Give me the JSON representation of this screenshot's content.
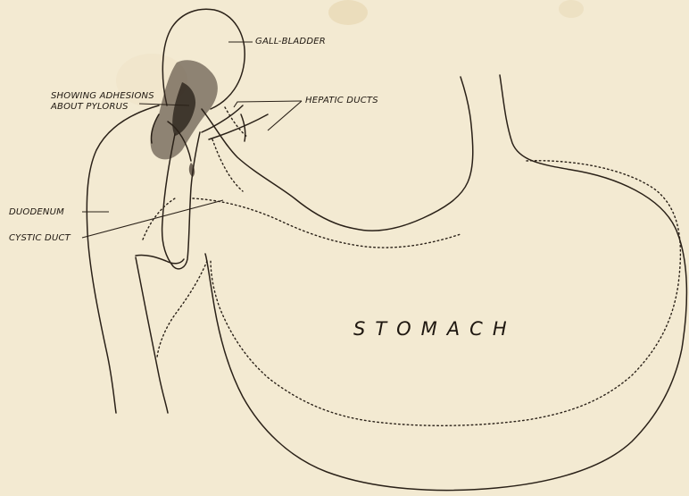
{
  "labels": {
    "gall_bladder": "GALL-BLADDER",
    "adhesions_line1": "SHOWING ADHESIONS",
    "adhesions_line2": "ABOUT PYLORUS",
    "hepatic_ducts": "HEPATIC DUCTS",
    "duodenum": "DUODENUM",
    "cystic_duct": "CYSTIC DUCT",
    "stomach": "STOMACH"
  },
  "colors": {
    "paper": "#f3ead2",
    "ink": "#2a2118",
    "shading": "#3a2e24"
  }
}
